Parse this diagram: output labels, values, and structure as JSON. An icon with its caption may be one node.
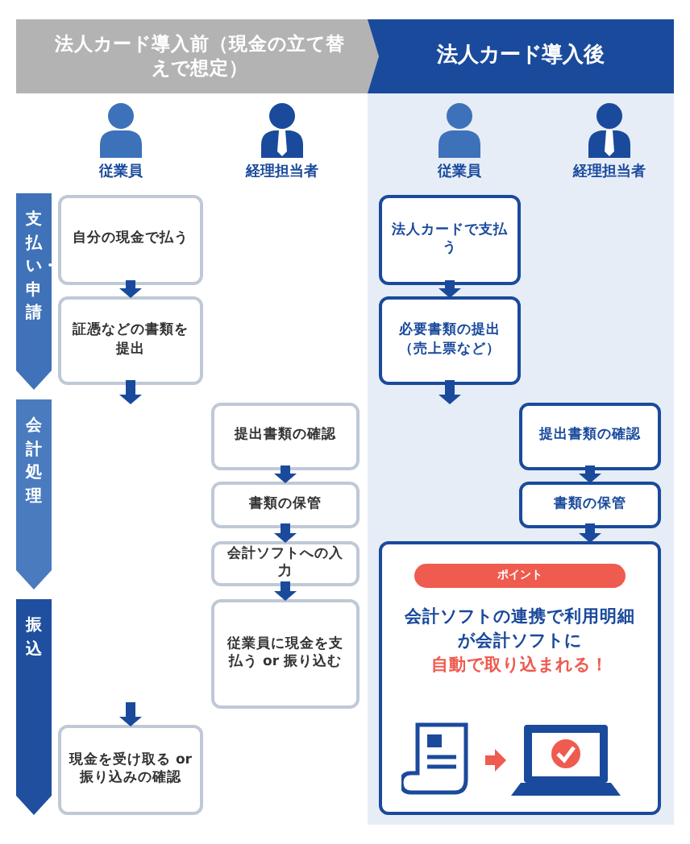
{
  "diagram": {
    "nodes": [
      {
        "text": [
          "法人カード導入前（現金の立て替えで想定）"
        ]
      },
      {
        "text": [
          "法人カード導入後"
        ]
      },
      {
        "text": [
          "支払い・申請"
        ]
      },
      {
        "text": [
          "会計処理"
        ]
      },
      {
        "text": [
          "振込"
        ]
      },
      {
        "text": [
          "自分の現金で払う"
        ]
      },
      {
        "text": [
          "証憑などの書類を提出"
        ]
      },
      {
        "text": [
          "提出書類の確認"
        ]
      },
      {
        "text": [
          "書類の保管"
        ]
      },
      {
        "text": [
          "会計ソフトへの入力"
        ]
      },
      {
        "text": [
          "従業員に現金を支払う or 振り込む"
        ]
      },
      {
        "text": [
          "現金を受け取る or 振り込みの確認"
        ]
      },
      {
        "text": [
          "法人カードで支払う"
        ]
      },
      {
        "text": [
          "必要書類の提出（売上票など）"
        ]
      },
      {
        "text": [
          "提出書類の確認"
        ]
      },
      {
        "text": [
          "書類の保管"
        ]
      },
      {
        "text": [
          "会計ソフトの連携で利用明細が会計ソフトに",
          "自動で取り込まれる！"
        ]
      },
      {
        "text": [
          "ポイント"
        ],
        "in": 16
      }
    ],
    "edges": [
      {
        "from": 5,
        "to": 6,
        "arrow": "to"
      },
      {
        "from": 6,
        "to": null,
        "arrow": "to"
      },
      {
        "from": 7,
        "to": 8,
        "arrow": "to"
      },
      {
        "from": 8,
        "to": 9,
        "arrow": "to"
      },
      {
        "from": 9,
        "to": 10,
        "arrow": "to"
      },
      {
        "from": null,
        "to": 11,
        "arrow": "to"
      },
      {
        "from": 12,
        "to": 13,
        "arrow": "to"
      },
      {
        "from": 13,
        "to": null,
        "arrow": "to"
      },
      {
        "from": 14,
        "to": 15,
        "arrow": "to"
      },
      {
        "from": 15,
        "to": 16,
        "arrow": "to"
      }
    ],
    "labels": [
      "従業員",
      "経理担当者",
      "従業員",
      "経理担当者"
    ]
  }
}
